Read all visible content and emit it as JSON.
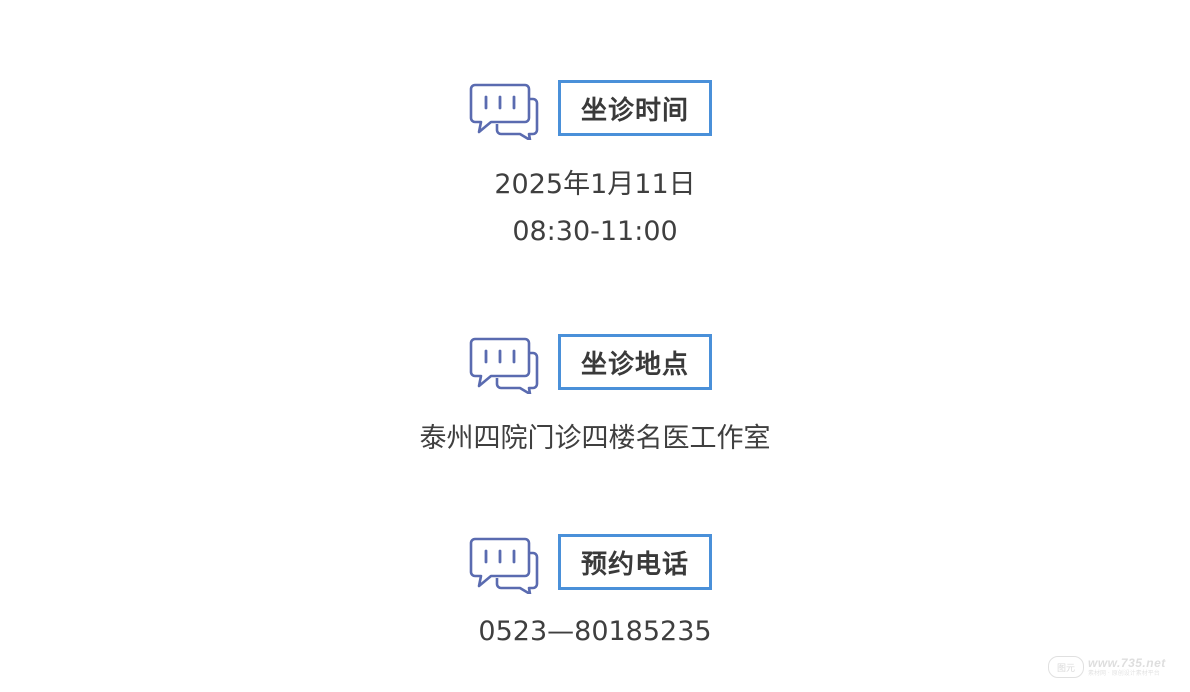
{
  "sections": [
    {
      "title": "坐诊时间",
      "icon": "chat-bubbles-icon",
      "lines": [
        "2025年1月11日",
        "08:30-11:00"
      ]
    },
    {
      "title": "坐诊地点",
      "icon": "chat-bubbles-icon",
      "lines": [
        "泰州四院门诊四楼名医工作室"
      ]
    },
    {
      "title": "预约电话",
      "icon": "chat-bubbles-icon",
      "lines": [
        "0523—80185235"
      ]
    }
  ],
  "watermark": {
    "badge": "图元",
    "url": "www.735.net",
    "sub": "素材网 · 原创设计素材平台"
  },
  "colors": {
    "accent_border": "#4a90d9",
    "icon_stroke": "#5a6bb0",
    "text": "#3a3a3a"
  }
}
